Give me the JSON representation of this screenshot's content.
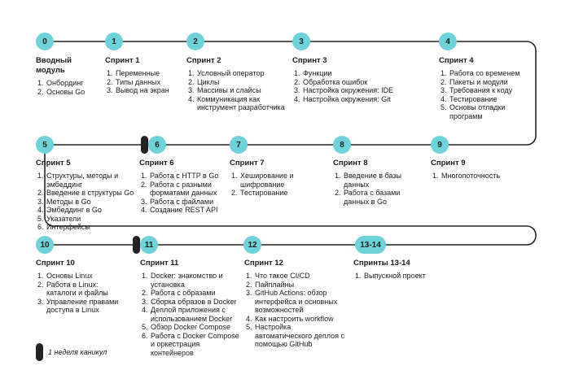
{
  "colors": {
    "node": "#6dd2d9",
    "line": "#222222",
    "break": "#222222"
  },
  "rows": [
    {
      "stages": [
        {
          "badge": "0",
          "title": "Вводный модуль",
          "items": [
            "Онбординг",
            "Основы Go"
          ]
        },
        {
          "badge": "1",
          "title": "Спринт 1",
          "items": [
            "Переменные",
            "Типы данных",
            "Вывод на экран"
          ]
        },
        {
          "badge": "2",
          "title": "Спринт 2",
          "items": [
            "Условный оператор",
            "Циклы",
            "Массивы и слайсы",
            "Коммуникация как инструмент разработчика"
          ]
        },
        {
          "badge": "3",
          "title": "Спринт 3",
          "items": [
            "Функции",
            "Обработка ошибок",
            "Настройка окружения: IDE",
            "Настройка окружения: Git"
          ]
        },
        {
          "badge": "4",
          "title": "Спринт 4",
          "items": [
            "Работа со временем",
            "Пакеты и модули",
            "Требования к коду",
            "Тестирование",
            "Основы отладки программ"
          ]
        }
      ]
    },
    {
      "stages": [
        {
          "badge": "5",
          "title": "Спринт 5",
          "items": [
            "Структуры, методы и эмбеддинг",
            "Введение в структуры Go",
            "Методы в Go",
            "Эмбеддинг в Go",
            "Указатели",
            "Интерфейсы"
          ]
        },
        {
          "badge": "6",
          "title": "Спринт 6",
          "items": [
            "Работа с HTTP в Go",
            "Работа с разными форматами данных",
            "Работа с файлами",
            "Создание REST API"
          ]
        },
        {
          "badge": "7",
          "title": "Спринт 7",
          "items": [
            "Хеширование и шифрование",
            "Тестирование"
          ]
        },
        {
          "badge": "8",
          "title": "Спринт 8",
          "items": [
            "Введение в базы данных",
            "Работа с базами данных в Go"
          ]
        },
        {
          "badge": "9",
          "title": "Спринт 9",
          "items": [
            "Многопоточность"
          ]
        }
      ]
    },
    {
      "stages": [
        {
          "badge": "10",
          "title": "Спринт 10",
          "items": [
            "Основы Linux",
            "Работа в Linux: каталоги и файлы",
            "Управление правами доступа в Linux"
          ]
        },
        {
          "badge": "11",
          "title": "Спринт 11",
          "items": [
            "Docker: знакомство и установка",
            "Работа с образами",
            "Сборка образов в Docker",
            "Деплой приложения с использованием Docker",
            "Обзор Docker Compose",
            "Работа с Docker Compose и оркестрация контейнеров"
          ]
        },
        {
          "badge": "12",
          "title": "Спринт 12",
          "items": [
            "Что такое CI/CD",
            "Пайплайны",
            "GitHub Actions: обзор интерфейса и основных возможностей",
            "Как настроить workflow",
            "Настройка автоматического деплоя с помощью GitHub"
          ]
        },
        {
          "badge": "13-14",
          "title": "Спринты 13-14",
          "items": [
            "Выпускной проект"
          ]
        }
      ]
    }
  ],
  "legend": {
    "text": "1 неделя каникул"
  }
}
